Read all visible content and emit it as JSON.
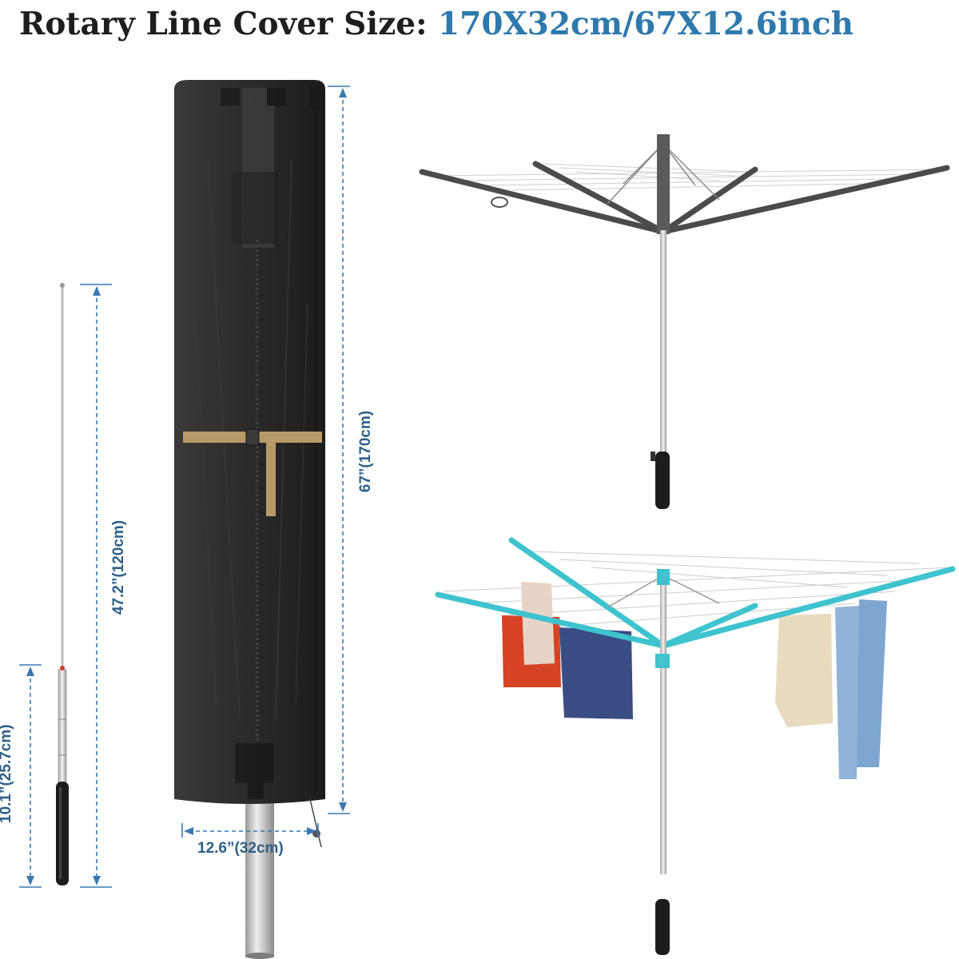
{
  "title": {
    "label": "Rotary Line Cover Size:",
    "value": "170X32cm/67X12.6inch"
  },
  "dimensions": {
    "cover_height": "67”(170cm)",
    "cover_width": "12.6”(32cm)",
    "rod_extended": "47.2”(120cm)",
    "rod_collapsed": "10.1”(25.7cm)"
  },
  "colors": {
    "title_label": "#1e1e1e",
    "title_value": "#2e79ad",
    "dimension": "#3a78b4",
    "cover": "#2d2d2d",
    "strap": "#b89a6a",
    "frame_teal": "#3ec3cf"
  }
}
